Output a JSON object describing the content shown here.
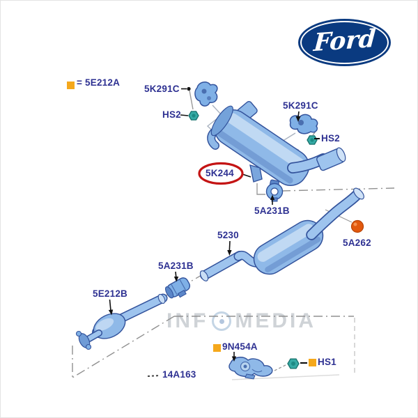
{
  "logo": {
    "text": "Ford",
    "color": "#0a3a80"
  },
  "watermark": {
    "prefix": "INF",
    "suffix": "MEDIA"
  },
  "legend": {
    "text": "= 5E212A",
    "marker_color": "#f5a81c"
  },
  "labels": {
    "hanger_top": "5K291C",
    "hs2_top": "HS2",
    "hanger_right": "5K291C",
    "hs2_right": "HS2",
    "rear_muffler": "5K244",
    "clamp_upper": "5A231B",
    "exhaust_center": "5230",
    "insulator": "5A262",
    "clamp_lower": "5A231B",
    "catalytic": "5E212B",
    "flex_pipe": "9N454A",
    "hs1": "HS1",
    "heat_shield": "14A163"
  },
  "highlight": {
    "part": "5K244",
    "ring_color": "#c41414"
  },
  "colors": {
    "label_text": "#2e3192",
    "part_fill": "#8fb9e8",
    "part_outline": "#33539c",
    "nut_teal": "#35aaa4",
    "insulator_orange": "#e2590e",
    "marker_yellow": "#f5a81c"
  }
}
